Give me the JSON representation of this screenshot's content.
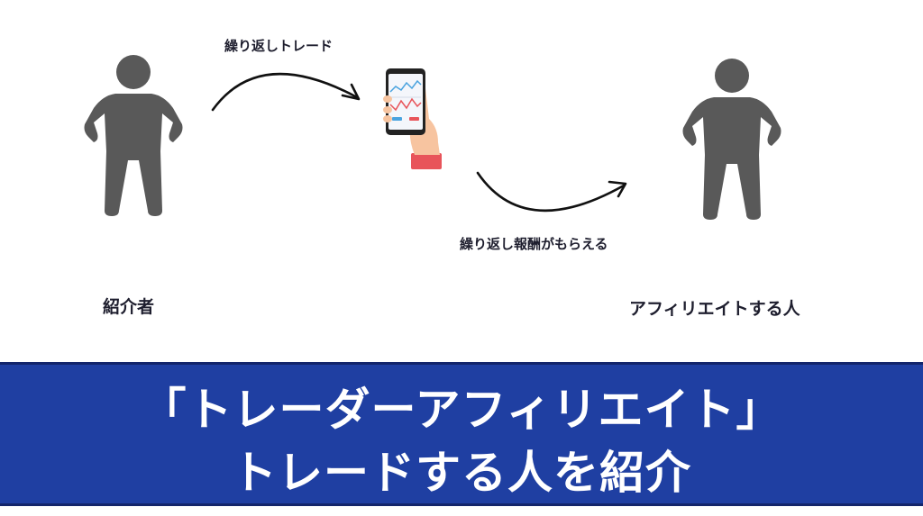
{
  "nodes": {
    "referrer": {
      "label": "紹介者"
    },
    "affiliate": {
      "label": "アフィリエイトする人"
    }
  },
  "edges": {
    "repeat_trade": {
      "label": "繰り返しトレード"
    },
    "repeat_reward": {
      "label": "繰り返し報酬がもらえる"
    }
  },
  "banner": {
    "line1": "「トレーダーアフィリエイト」",
    "line2": "トレードする人を紹介"
  },
  "colors": {
    "person": "#595959",
    "banner_bg": "#1f3fa2",
    "banner_text": "#ffffff",
    "sleeve": "#e8545a",
    "skin": "#f7c4a0"
  }
}
